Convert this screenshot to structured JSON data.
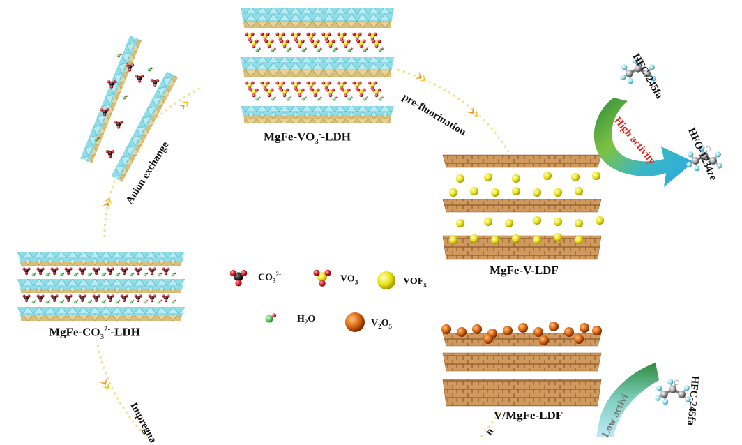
{
  "labels": {
    "mgfe_vo3_ldh": {
      "base": "MgFe-VO",
      "sub": "3",
      "sup": "-",
      "tail": "-LDH"
    },
    "mgfe_co3_ldh": {
      "base": "MgFe-CO",
      "sub": "3",
      "sup": "2-",
      "tail": "-LDH"
    },
    "mgfe_v_ldf": "MgFe-V-LDF",
    "v_mgfe_ldf": "V/MgFe-LDF"
  },
  "arrows": {
    "anion_exchange": "Anion exchange",
    "pre_fluorination": "pre-fluorination",
    "impregnation": "Impregna",
    "bottom_partial": "n"
  },
  "reaction_high": {
    "reactant": "HFC-245fa",
    "product": "HFO-1234ze",
    "activity": "High activity"
  },
  "reaction_low": {
    "reactant": "HFC-245fa",
    "activity": "Low activi"
  },
  "legend": {
    "co3": {
      "base": "CO",
      "sub": "3",
      "sup": "2-"
    },
    "vo3": {
      "base": "VO",
      "sub": "3",
      "sup": "-"
    },
    "vofx": {
      "base": "VOF",
      "sub": "x"
    },
    "h2o": {
      "base": "H",
      "sub": "2",
      "tail": "O"
    },
    "v2o5": {
      "base": "V",
      "sub": "2",
      "mid": "O",
      "sub2": "5"
    }
  },
  "colors": {
    "cyan_layer": "#7fd3df",
    "tan_layer": "#d8bf7a",
    "brown_layer": "#c98f52",
    "vofx_sphere": "#e8e21a",
    "v2o5_sphere": "#d9640f",
    "co3_center": "#111111",
    "oxygen": "#d81e2a",
    "h2o_center": "#5fcf6a",
    "dotted_path": "#f0e08a",
    "arrow_orange": "#f39a1e",
    "high_activity_text": "#e2231a"
  }
}
